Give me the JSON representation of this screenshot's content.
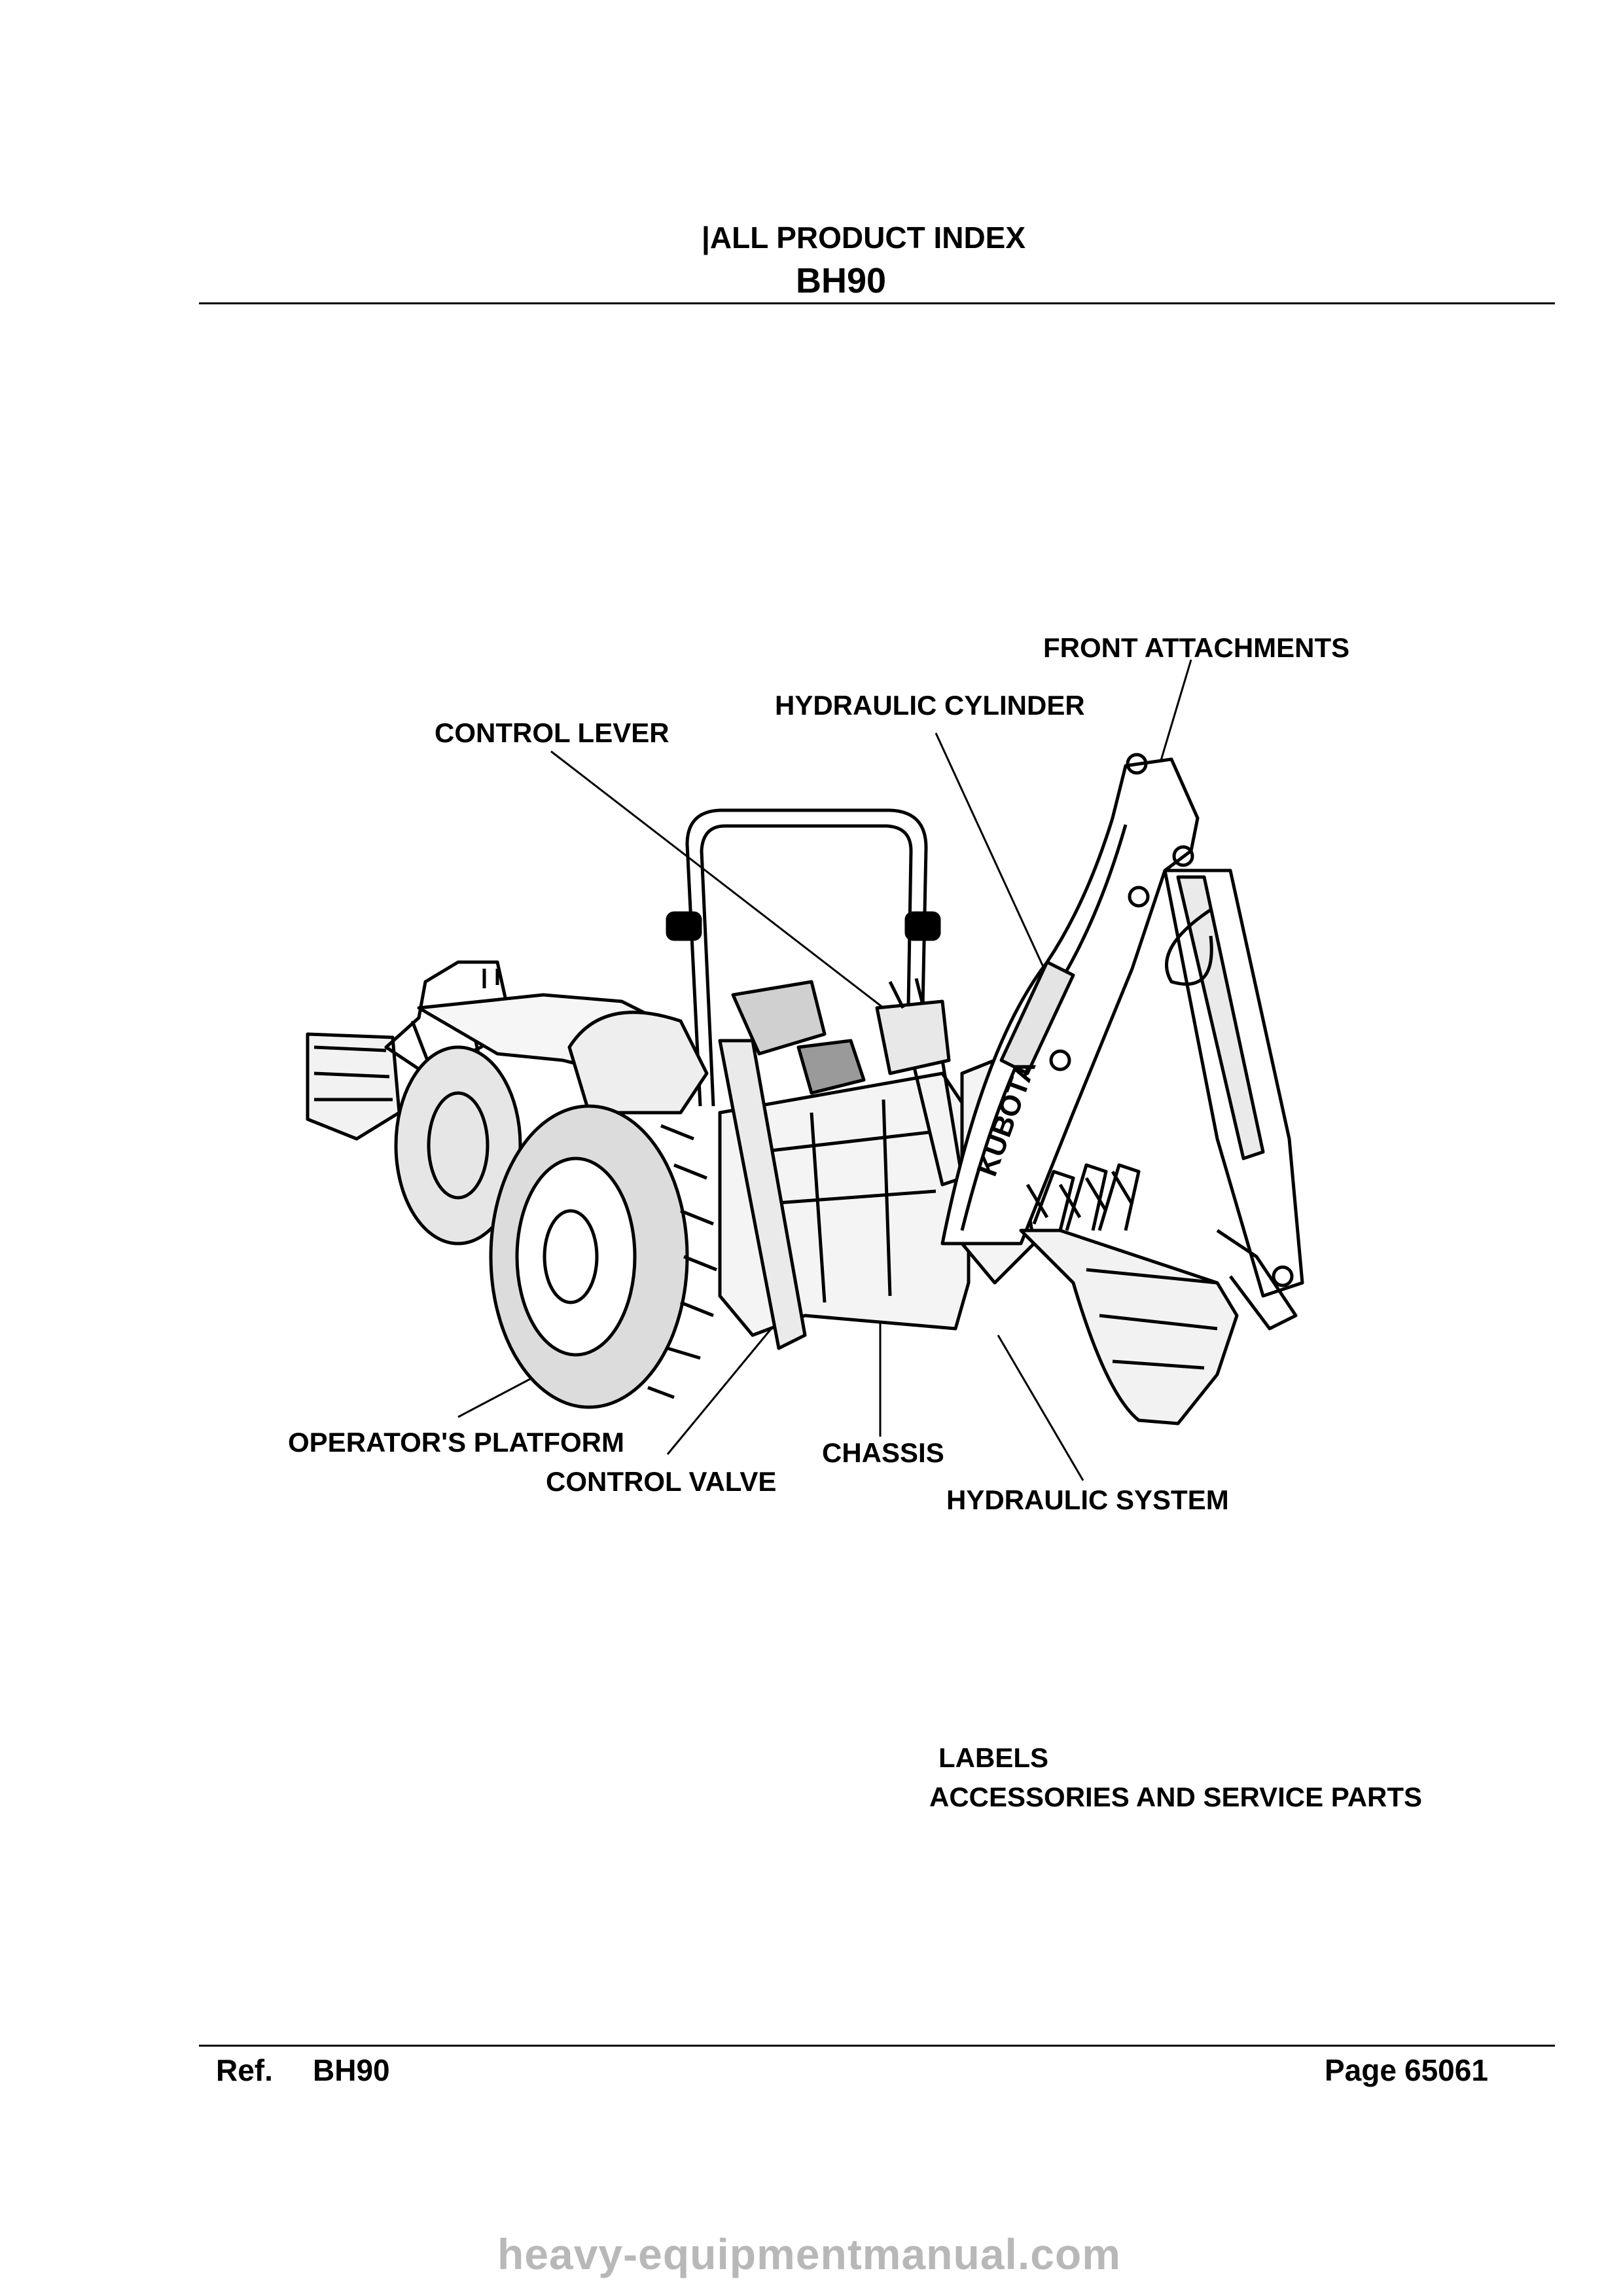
{
  "header": {
    "index_title": "|ALL PRODUCT INDEX",
    "model": "BH90"
  },
  "callouts": {
    "front_attachments": "FRONT ATTACHMENTS",
    "hydraulic_cylinder": "HYDRAULIC CYLINDER",
    "control_lever": "CONTROL LEVER",
    "operators_platform": "OPERATOR'S PLATFORM",
    "control_valve": "CONTROL VALVE",
    "chassis": "CHASSIS",
    "hydraulic_system": "HYDRAULIC SYSTEM"
  },
  "illustration": {
    "brand_on_boom": "KUBOTA"
  },
  "extra_sections": {
    "labels": "LABELS",
    "accessories": "ACCESSORIES AND SERVICE PARTS"
  },
  "footer": {
    "ref_label": "Ref.",
    "ref_value": "BH90",
    "page_label": "Page",
    "page_value": "65061"
  },
  "watermark": "heavy-equipmentmanual.com"
}
